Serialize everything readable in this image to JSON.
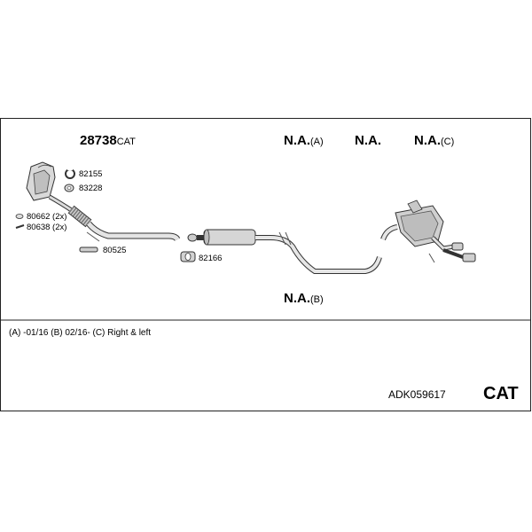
{
  "main_part": {
    "number": "28738",
    "suffix": "CAT"
  },
  "na_a": {
    "text": "N.A.",
    "variant": "(A)"
  },
  "na_mid": {
    "text": "N.A."
  },
  "na_c": {
    "text": "N.A.",
    "variant": "(C)"
  },
  "na_b": {
    "text": "N.A.",
    "variant": "(B)"
  },
  "parts": {
    "clamp_ring": "82155",
    "gasket": "83228",
    "bolt": "80662 (2x)",
    "stud": "80638 (2x)",
    "bracket": "80525",
    "clamp": "82166"
  },
  "footnote": "(A) -01/16 (B) 02/16- (C) Right & left",
  "kit_code": "ADK059617",
  "category": "CAT"
}
